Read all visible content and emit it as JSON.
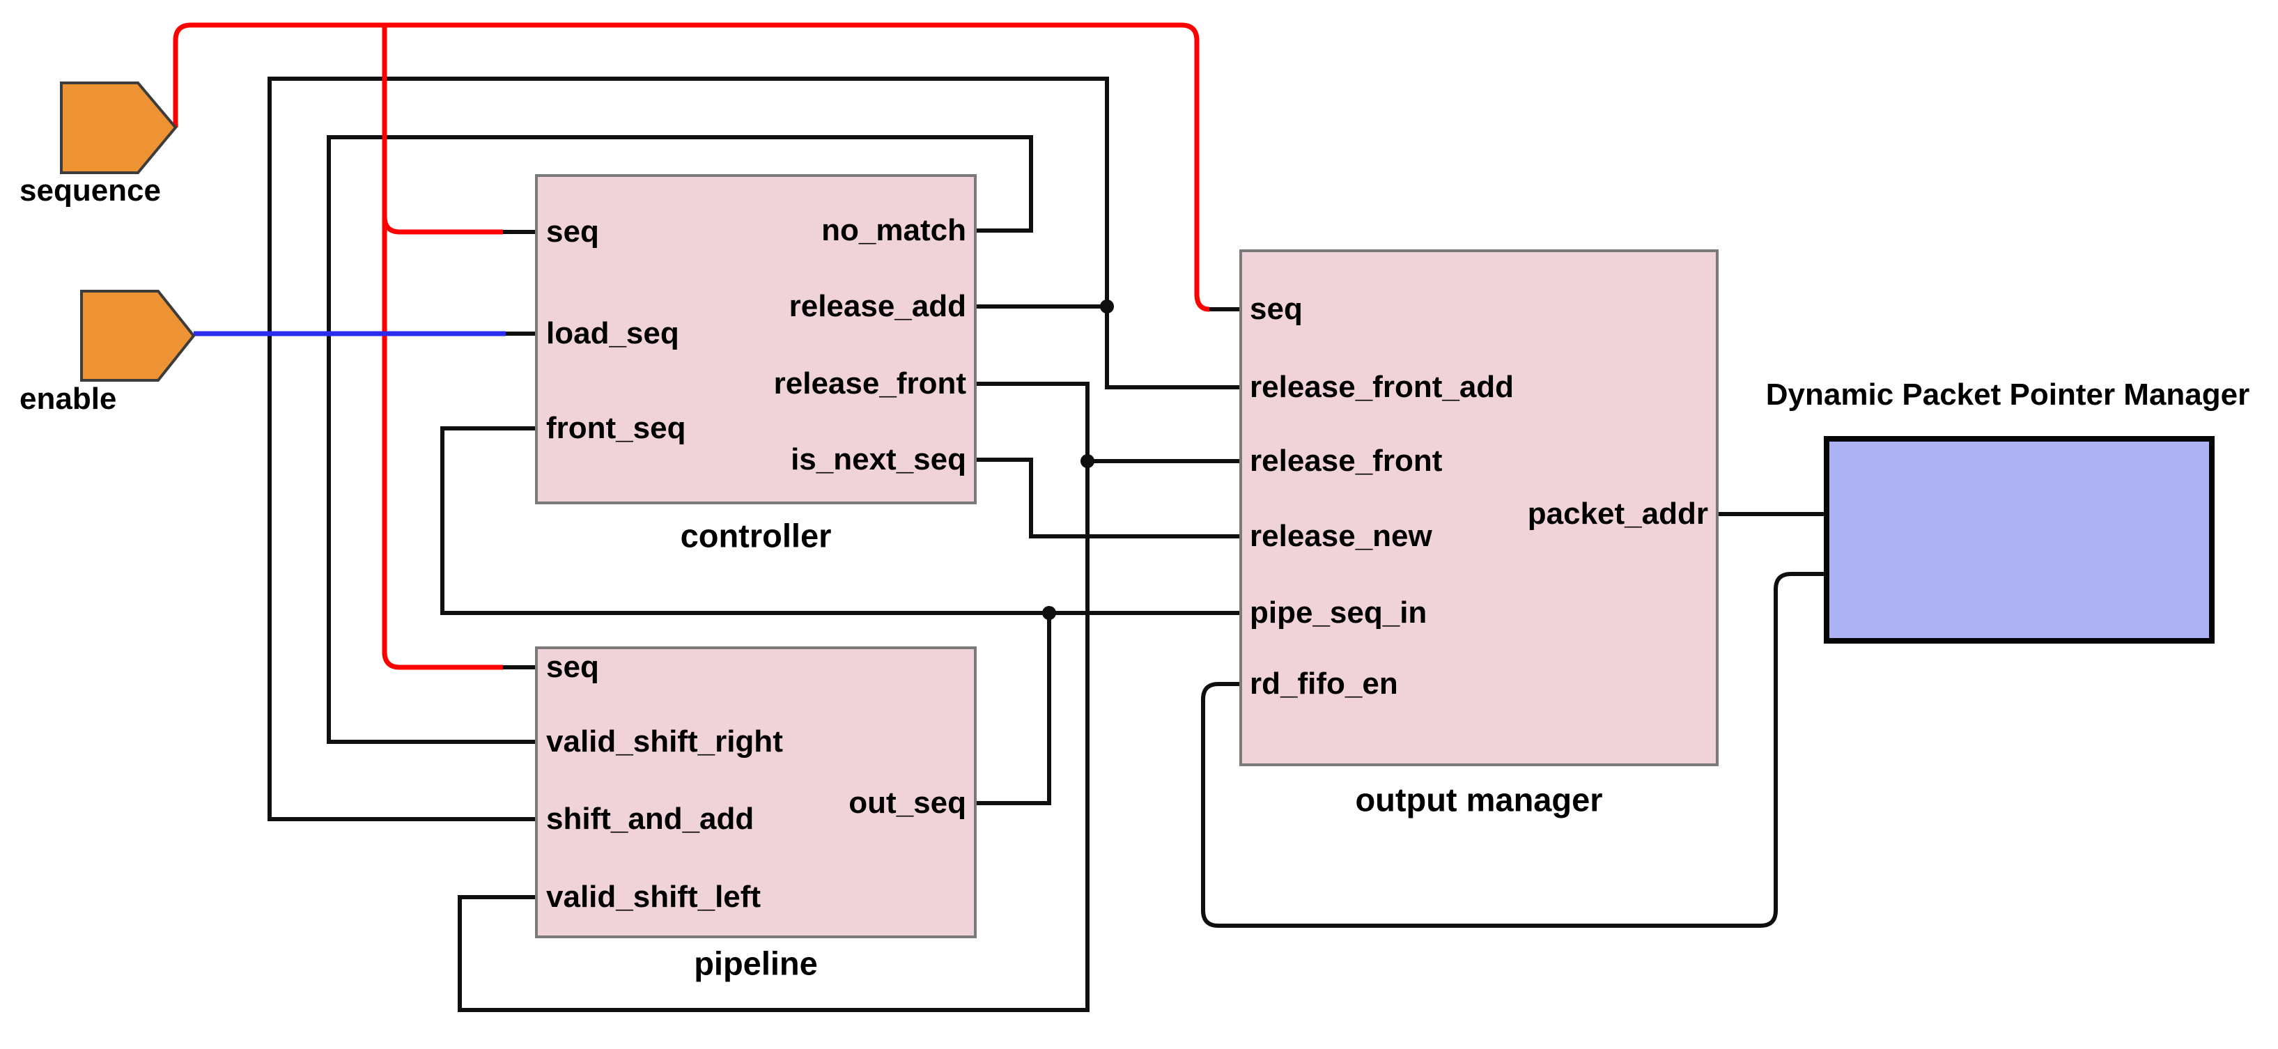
{
  "colors": {
    "background": "#ffffff",
    "wire_black": "#0f0f0f",
    "wire_red": "#ff0000",
    "wire_blue": "#2b2bf0",
    "port_fill": "#ee9333",
    "port_border": "#3c3c3c",
    "subsystem_fill": "#f0d3d8",
    "subsystem_border": "#7a7a7a",
    "dppm_fill": "#aeb3f5",
    "dppm_border": "#050505",
    "text": "#000000"
  },
  "inputs": {
    "sequence": {
      "label": "sequence"
    },
    "enable": {
      "label": "enable"
    }
  },
  "blocks": {
    "controller": {
      "label": "controller",
      "inputs": [
        "seq",
        "load_seq",
        "front_seq"
      ],
      "outputs": [
        "no_match",
        "release_add",
        "release_front",
        "is_next_seq"
      ]
    },
    "pipeline": {
      "label": "pipeline",
      "inputs": [
        "seq",
        "valid_shift_right",
        "shift_and_add",
        "valid_shift_left"
      ],
      "outputs": [
        "out_seq"
      ]
    },
    "output_manager": {
      "label": "output manager",
      "inputs": [
        "seq",
        "release_front_add",
        "release_front",
        "release_new",
        "pipe_seq_in",
        "rd_fifo_en"
      ],
      "outputs": [
        "packet_addr"
      ]
    },
    "dppm": {
      "label": "Dynamic Packet Pointer Manager"
    }
  }
}
